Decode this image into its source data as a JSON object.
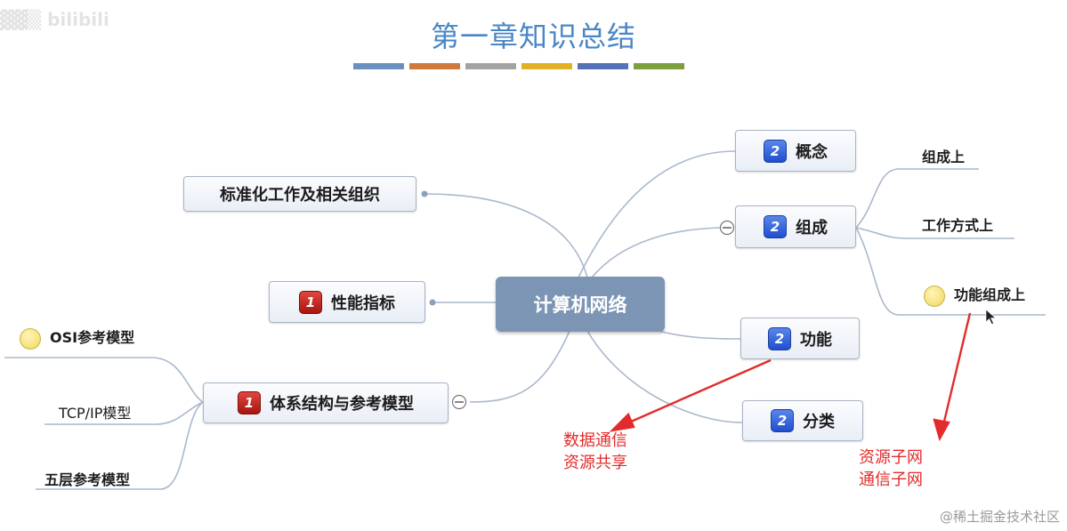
{
  "title": "第一章知识总结",
  "title_bar_colors": [
    "#6c8fc2",
    "#cf7a3c",
    "#a3a3a3",
    "#e0b125",
    "#5572b6",
    "#7ca03f"
  ],
  "central": {
    "label": "计算机网络"
  },
  "left_branches": [
    {
      "label": "标准化工作及相关组织",
      "badge": null
    },
    {
      "label": "性能指标",
      "badge": "1"
    },
    {
      "label": "体系结构与参考模型",
      "badge": "1",
      "children": [
        "OSI参考模型",
        "TCP/IP模型",
        "五层参考模型"
      ]
    }
  ],
  "right_branches": [
    {
      "label": "概念",
      "badge": "2"
    },
    {
      "label": "组成",
      "badge": "2",
      "children": [
        "组成上",
        "工作方式上",
        "功能组成上"
      ]
    },
    {
      "label": "功能",
      "badge": "2"
    },
    {
      "label": "分类",
      "badge": "2"
    }
  ],
  "annotations": {
    "function_note": [
      "数据通信",
      "资源共享"
    ],
    "components_note": [
      "资源子网",
      "通信子网"
    ]
  },
  "watermark": "@稀土掘金技术社区",
  "colors": {
    "title": "#4a86c5",
    "central_fill": "#7c95b4",
    "connector": "#a9b8cc",
    "annotation": "#e32b2b",
    "badge_blue": "#2a5fd8",
    "badge_red": "#c0241b"
  }
}
